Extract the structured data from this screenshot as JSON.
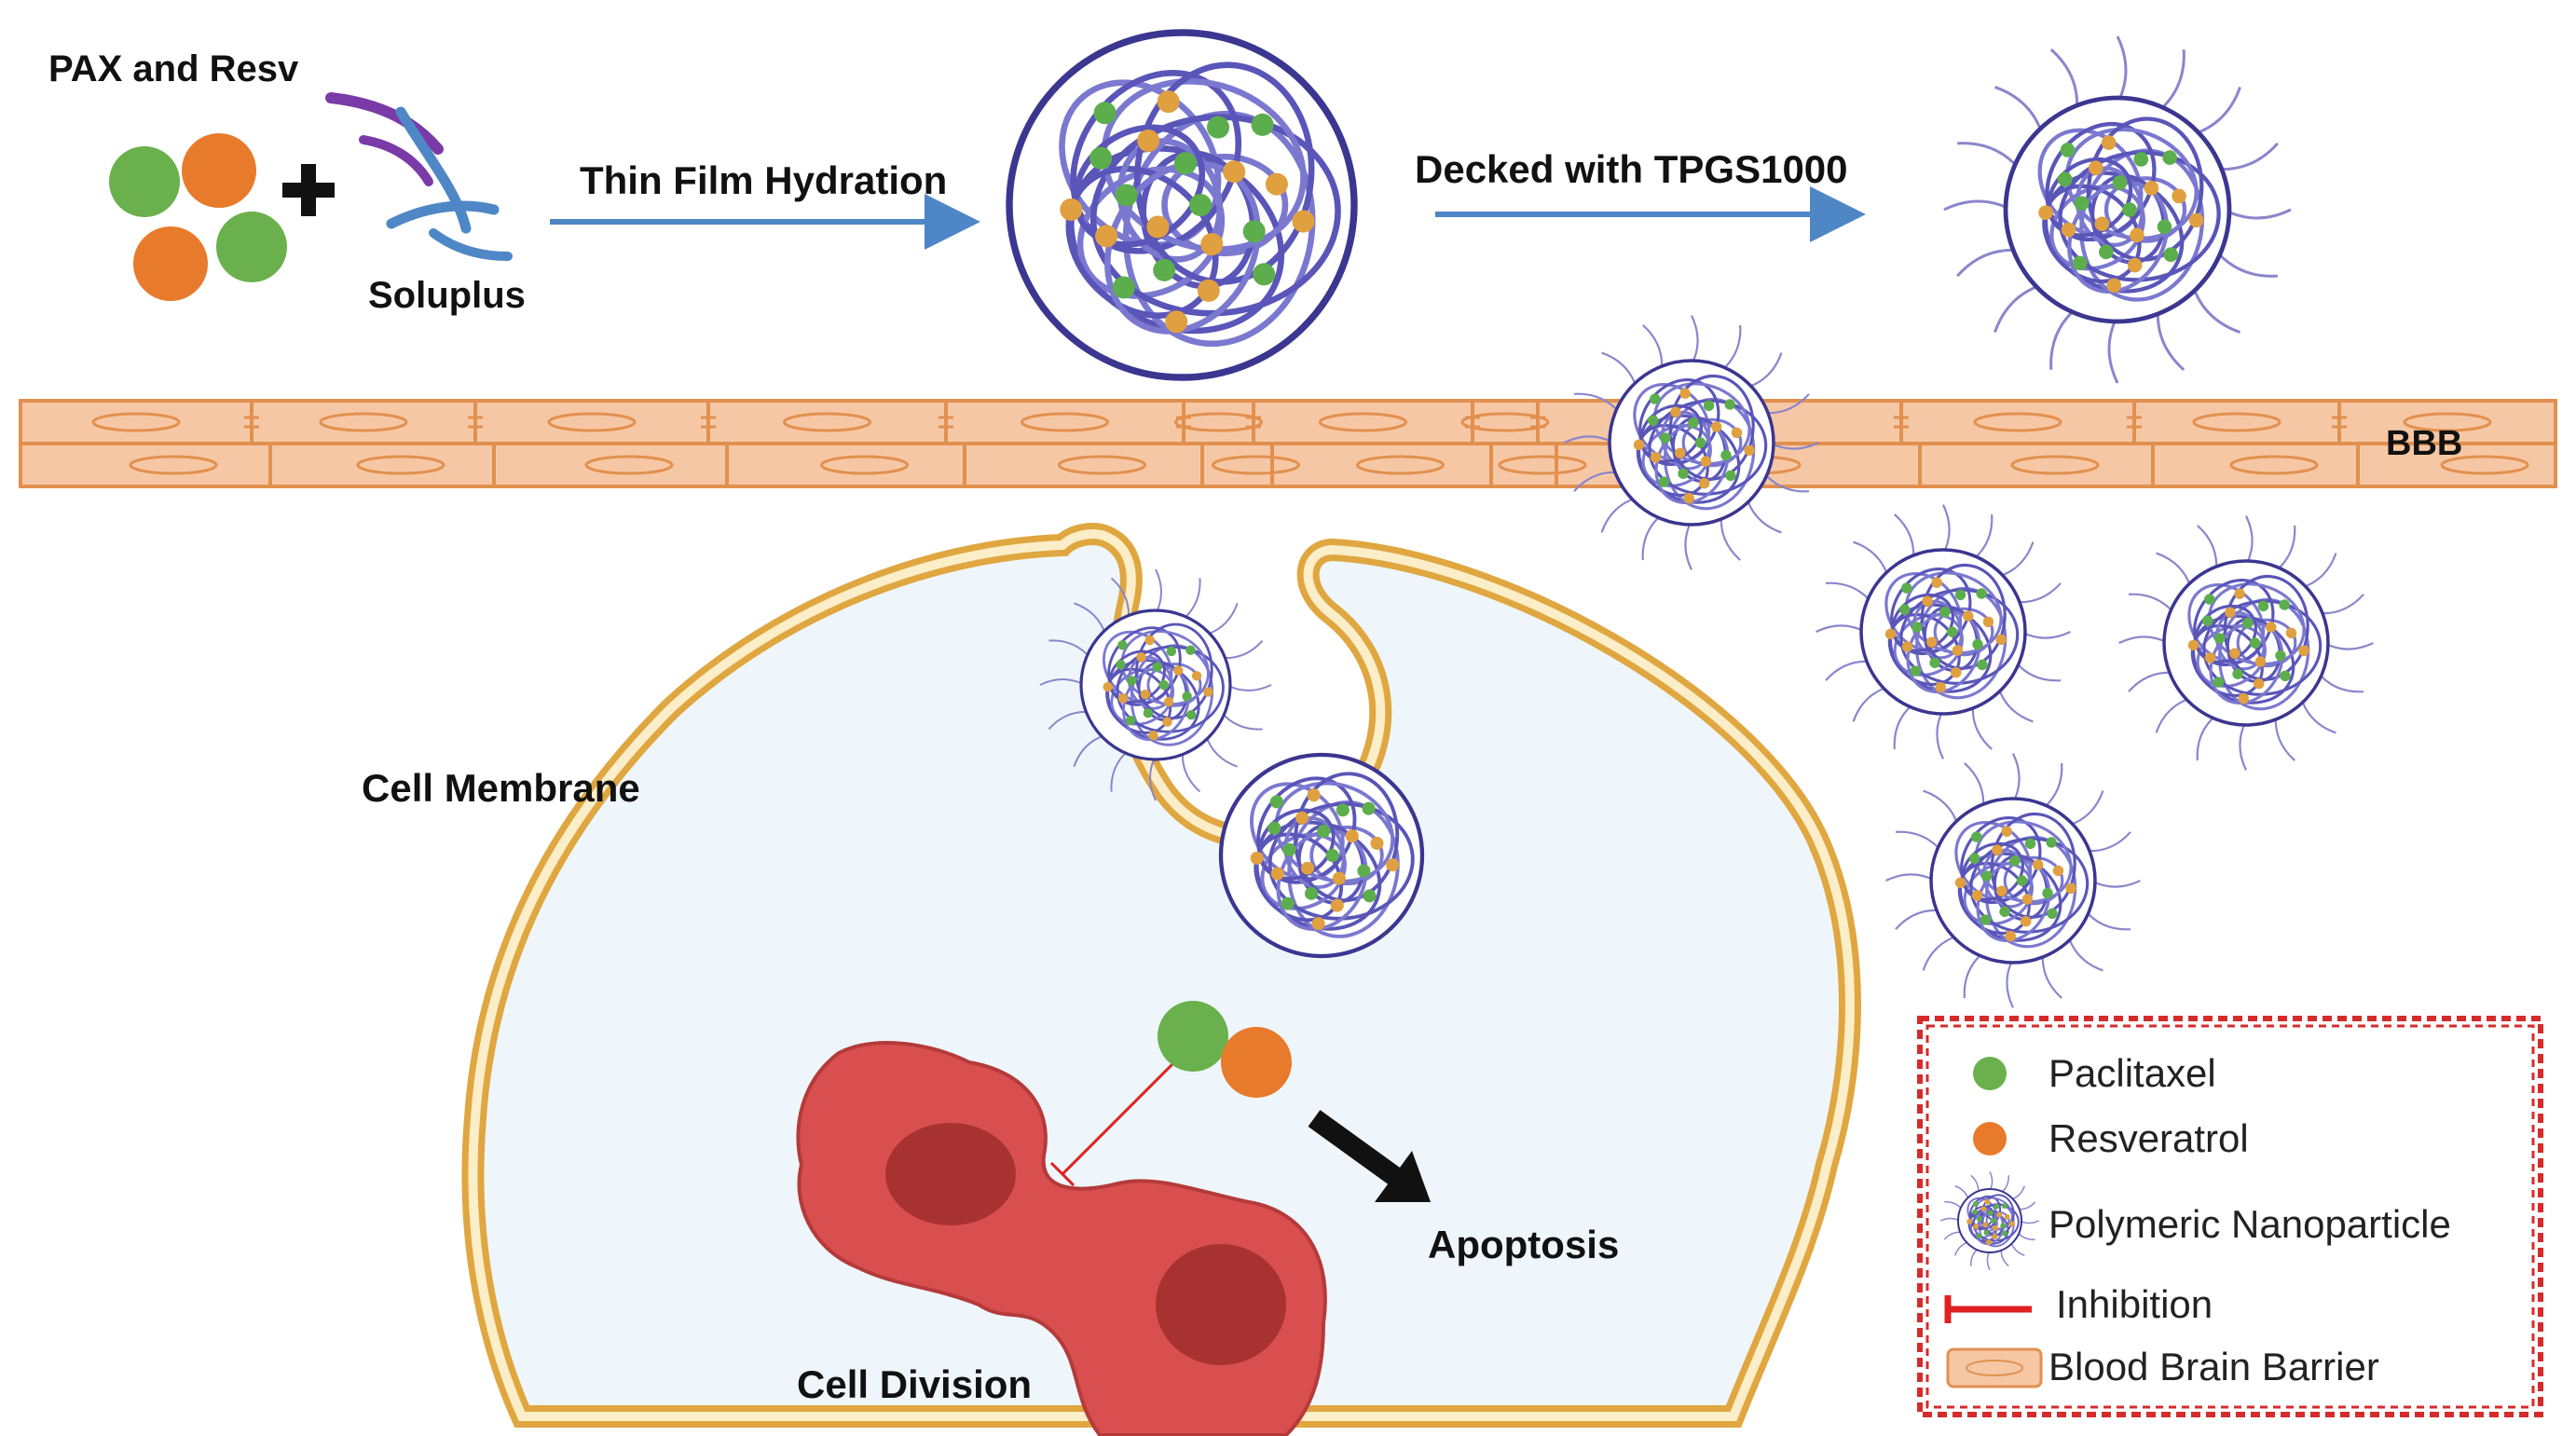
{
  "labels": {
    "pax_resv": "PAX and Resv",
    "soluplus": "Soluplus",
    "thin_film": "Thin Film Hydration",
    "decked": "Decked with TPGS1000",
    "bbb": "BBB",
    "cell_membrane": "Cell Membrane",
    "apoptosis": "Apoptosis",
    "cell_division": "Cell Division"
  },
  "legend": {
    "items": [
      {
        "label": "Paclitaxel",
        "icon": "green-dot"
      },
      {
        "label": "Resveratrol",
        "icon": "orange-dot"
      },
      {
        "label": "Polymeric Nanoparticle",
        "icon": "nanoparticle"
      },
      {
        "label": "Inhibition",
        "icon": "red-inhibition-bar"
      },
      {
        "label": "Blood Brain Barrier",
        "icon": "bbb-cell"
      }
    ]
  },
  "colors": {
    "paclitaxel": "#6ab04c",
    "resveratrol": "#e87a2c",
    "polymer": "#5a55b8",
    "bbb_fill": "#f6c7a4",
    "bbb_line": "#e2904f",
    "membrane": "#e0a640",
    "cell_fill": "#eef6fb",
    "tumor": "#d94f4f",
    "arrow": "#4f86c6",
    "inhibition": "#e02020",
    "legend_border": "#d62b2b"
  }
}
